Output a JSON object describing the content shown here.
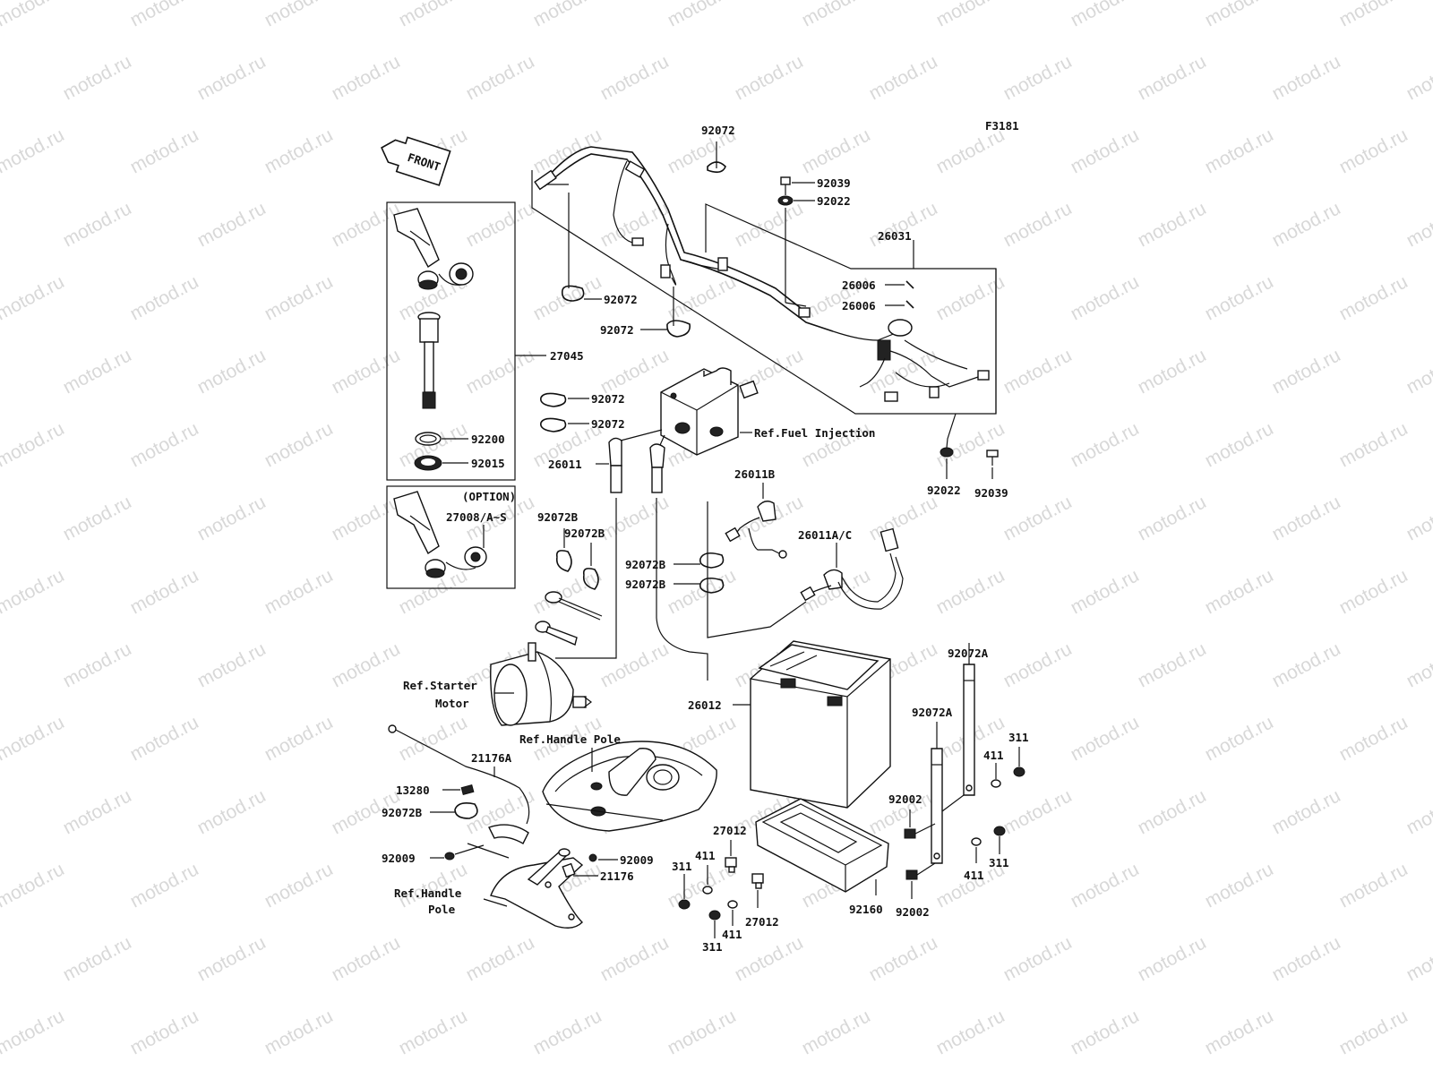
{
  "figure_code": "F3181",
  "watermark": "motod.ru",
  "front_arrow": "FRONT",
  "labels": {
    "l92072_top": "92072",
    "l92039_top": "92039",
    "l92022_top": "92022",
    "l26031": "26031",
    "l26006_a": "26006",
    "l26006_b": "26006",
    "l92072_a": "92072",
    "l92072_b": "92072",
    "l27045": "27045",
    "l92072_c": "92072",
    "l92072_d": "92072",
    "ref_fuel": "Ref.Fuel Injection",
    "l92200": "92200",
    "l92015": "92015",
    "l26011": "26011",
    "l92022_r": "92022",
    "l92039_r": "92039",
    "option": "(OPTION)",
    "l27008": "27008/A~S",
    "l26011B": "26011B",
    "l92072B_a": "92072B",
    "l92072B_b": "92072B",
    "l26011AC": "26011A/C",
    "l92072B_c": "92072B",
    "l92072B_d": "92072B",
    "l92072A_a": "92072A",
    "ref_starter_1": "Ref.Starter",
    "ref_starter_2": "Motor",
    "l26012": "26012",
    "l92072A_b": "92072A",
    "ref_handle_pole": "Ref.Handle Pole",
    "l21176A": "21176A",
    "l311_a": "311",
    "l411_a": "411",
    "l13280": "13280",
    "l92002_a": "92002",
    "l92072B_e": "92072B",
    "l27012_a": "27012",
    "l92009_a": "92009",
    "l92009_b": "92009",
    "l411_b": "411",
    "l21176": "21176",
    "l311_b": "311",
    "l311_c": "311",
    "l411_c": "411",
    "ref_handle_1": "Ref.Handle",
    "ref_handle_2": "Pole",
    "l92160": "92160",
    "l92002_b": "92002",
    "l411_d": "411",
    "l27012_b": "27012",
    "l311_d": "311"
  }
}
